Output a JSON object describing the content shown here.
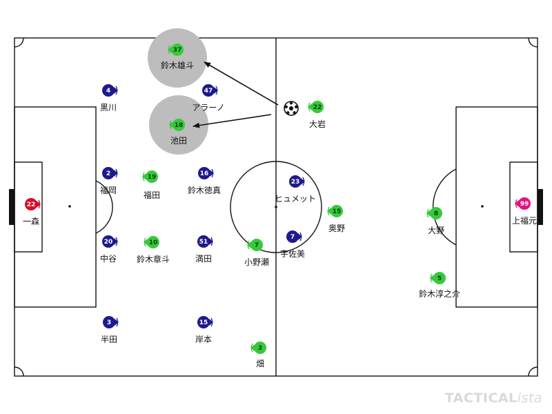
{
  "colors": {
    "blue_team": "#1e1a8c",
    "green_team": "#36c93a",
    "red_gk": "#d0102a",
    "pink_gk": "#e0147c",
    "highlight": "#bdbdbd",
    "line": "#111111"
  },
  "players": [
    {
      "id": "p-blue-4",
      "team": "blue",
      "number": "4",
      "name": "黒川"
    },
    {
      "id": "p-blue-47",
      "team": "blue",
      "number": "47",
      "name": "アラーノ"
    },
    {
      "id": "p-blue-2",
      "team": "blue",
      "number": "2",
      "name": "福岡"
    },
    {
      "id": "p-blue-16",
      "team": "blue",
      "number": "16",
      "name": "鈴木徳真"
    },
    {
      "id": "p-blue-23",
      "team": "blue",
      "number": "23",
      "name": "ヒュメット"
    },
    {
      "id": "p-blue-20",
      "team": "blue",
      "number": "20",
      "name": "中谷"
    },
    {
      "id": "p-blue-51",
      "team": "blue",
      "number": "51",
      "name": "満田"
    },
    {
      "id": "p-blue-7",
      "team": "blue",
      "number": "7",
      "name": "宇佐美"
    },
    {
      "id": "p-blue-3",
      "team": "blue",
      "number": "3",
      "name": "半田"
    },
    {
      "id": "p-blue-15",
      "team": "blue",
      "number": "15",
      "name": "岸本"
    },
    {
      "id": "p-red-22",
      "team": "red",
      "number": "22",
      "name": "一森"
    },
    {
      "id": "p-green-37",
      "team": "green",
      "number": "37",
      "name": "鈴木雄斗",
      "highlight": true
    },
    {
      "id": "p-green-18",
      "team": "green",
      "number": "18",
      "name": "池田",
      "highlight": true
    },
    {
      "id": "p-green-22",
      "team": "green",
      "number": "22",
      "name": "大岩"
    },
    {
      "id": "p-green-19",
      "team": "green",
      "number": "19",
      "name": "福田"
    },
    {
      "id": "p-green-10",
      "team": "green",
      "number": "10",
      "name": "鈴木章斗"
    },
    {
      "id": "p-green-7",
      "team": "green",
      "number": "7",
      "name": "小野瀬"
    },
    {
      "id": "p-green-15",
      "team": "green",
      "number": "15",
      "name": "奥野"
    },
    {
      "id": "p-green-8",
      "team": "green",
      "number": "8",
      "name": "大野"
    },
    {
      "id": "p-green-5",
      "team": "green",
      "number": "5",
      "name": "鈴木淳之介"
    },
    {
      "id": "p-green-3",
      "team": "green",
      "number": "3",
      "name": "畑"
    },
    {
      "id": "p-pink-99",
      "team": "pink",
      "number": "99",
      "name": "上福元"
    }
  ],
  "ball": {
    "icon": "soccer-ball-icon"
  },
  "watermark": {
    "main": "TACTICAL",
    "italic": "ista"
  }
}
